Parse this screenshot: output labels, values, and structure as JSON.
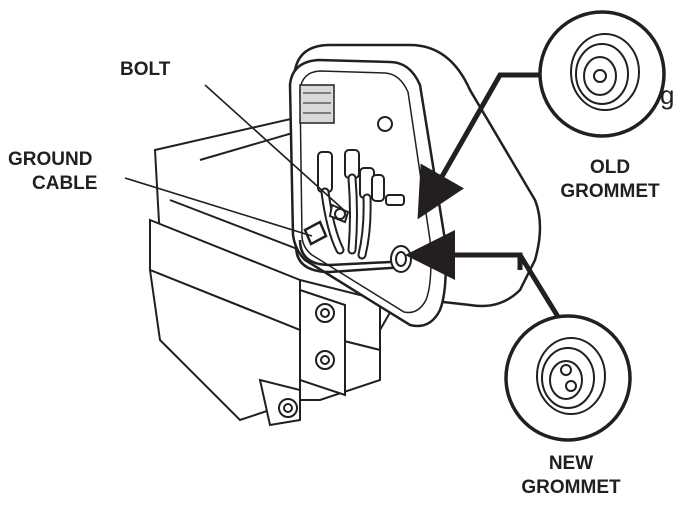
{
  "labels": {
    "bolt": "BOLT",
    "ground_cable": [
      "GROUND",
      "CABLE"
    ],
    "old_grommet": [
      "OLD",
      "GROMMET"
    ],
    "new_grommet": [
      "NEW",
      "GROMMET"
    ],
    "edge_fragment": "g"
  },
  "colors": {
    "ink": "#231f20",
    "fill_light": "#ffffff",
    "shade": "#d9d9d9"
  }
}
